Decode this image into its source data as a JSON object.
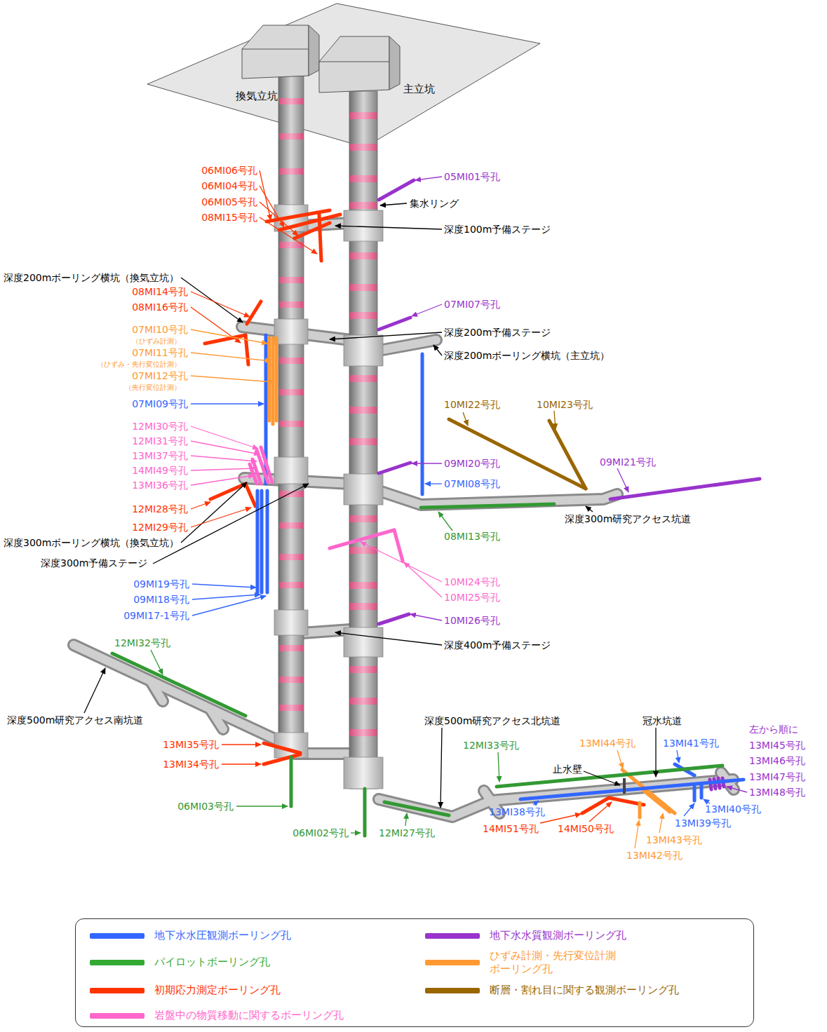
{
  "diagram": {
    "labels": [
      "換気立坑",
      "主立坑",
      "05MI01号孔",
      "集水リング",
      "深度100m予備ステージ",
      "06MI06号孔",
      "06MI04号孔",
      "06MI05号孔",
      "08MI15号孔",
      "深度200mボーリング横坑（換気立坑）",
      "08MI14号孔",
      "08MI16号孔",
      "07MI10号孔",
      "（ひずみ計測）",
      "07MI11号孔",
      "（ひずみ・先行変位計測）",
      "07MI12号孔",
      "（先行変位計測）",
      "07MI09号孔",
      "12MI30号孔",
      "12MI31号孔",
      "13MI37号孔",
      "14MI49号孔",
      "13MI36号孔",
      "12MI28号孔",
      "12MI29号孔",
      "深度300mボーリング横坑（換気立坑）",
      "深度300m予備ステージ",
      "09MI19号孔",
      "09MI18号孔",
      "09MI17-1号孔",
      "12MI32号孔",
      "深度500m研究アクセス南坑道",
      "13MI35号孔",
      "13MI34号孔",
      "06MI03号孔",
      "06MI02号孔",
      "12MI27号孔",
      "07MI07号孔",
      "深度200m予備ステージ",
      "深度200mボーリング横坑（主立坑）",
      "10MI22号孔",
      "10MI23号孔",
      "09MI20号孔",
      "09MI21号孔",
      "07MI08号孔",
      "深度300m研究アクセス坑道",
      "08MI13号孔",
      "10MI24号孔",
      "10MI25号孔",
      "10MI26号孔",
      "深度400m予備ステージ",
      "深度500m研究アクセス北坑道",
      "冠水坑道",
      "12MI33号孔",
      "13MI44号孔",
      "13MI41号孔",
      "左から順に",
      "13MI45号孔",
      "13MI46号孔",
      "13MI47号孔",
      "13MI48号孔",
      "止水壁",
      "13MI38号孔",
      "13MI40号孔",
      "13MI39号孔",
      "14MI51号孔",
      "14MI50号孔",
      "13MI43号孔",
      "13MI42号孔"
    ],
    "legend": [
      {
        "text": "地下水水圧観測ボーリング孔",
        "color": "#3366ff"
      },
      {
        "text": "地下水水質観測ボーリング孔",
        "color": "#9933cc"
      },
      {
        "text": "パイロットボーリング孔",
        "color": "#33aa33"
      },
      {
        "text": "ひずみ計測・先行変位計測 ボーリング孔",
        "color": "#ff9933"
      },
      {
        "text": "初期応力測定ボーリング孔",
        "color": "#ff3300"
      },
      {
        "text": "断層・割れ目に関する観測ボーリング孔",
        "color": "#996600"
      },
      {
        "text": "岩盤中の物質移動に関するボーリング孔",
        "color": "#ff66cc"
      }
    ]
  }
}
